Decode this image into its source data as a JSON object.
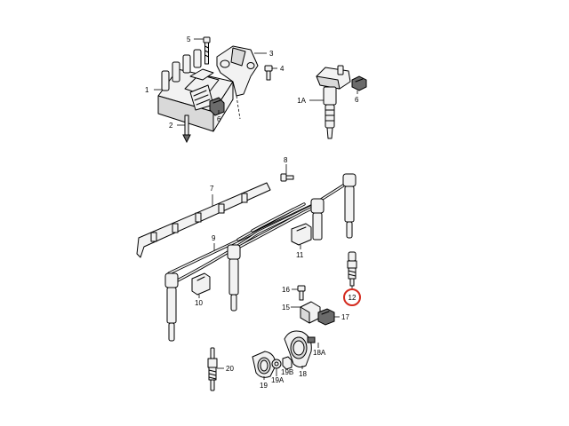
{
  "callouts": {
    "c1": "1",
    "c1a": "1A",
    "c2": "2",
    "c3": "3",
    "c4": "4",
    "c5": "5",
    "c6a": "6",
    "c6b": "6",
    "c7": "7",
    "c8": "8",
    "c9": "9",
    "c10": "10",
    "c11": "11",
    "c12": "12",
    "c15": "15",
    "c16": "16",
    "c17": "17",
    "c18": "18",
    "c18a": "18A",
    "c19": "19",
    "c19a": "19A",
    "c19b": "19B",
    "c20": "20"
  },
  "highlight": {
    "target": "12",
    "color": "#d42a1e"
  },
  "icons": [
    "ignition-coil-pack-icon",
    "pencil-coil-icon",
    "spark-plug-icon",
    "glow-plug-icon",
    "bolt-icon",
    "connector-icon",
    "sensor-icon",
    "clip-icon"
  ]
}
